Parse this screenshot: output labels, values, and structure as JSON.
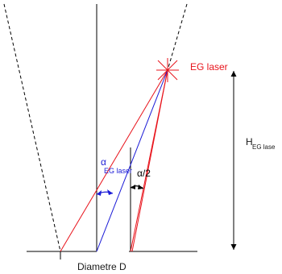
{
  "labels": {
    "source": "EG laser",
    "height_main": "H",
    "height_sub": "EG lase",
    "alpha_symbol": "α",
    "alpha_sub": "EG laser",
    "half_angle": "α/2",
    "diameter": "Diametre D"
  },
  "colors": {
    "red": "#e8131b",
    "blue": "#1a1ad6",
    "black": "#000000",
    "text": "#1a1a1a"
  }
}
